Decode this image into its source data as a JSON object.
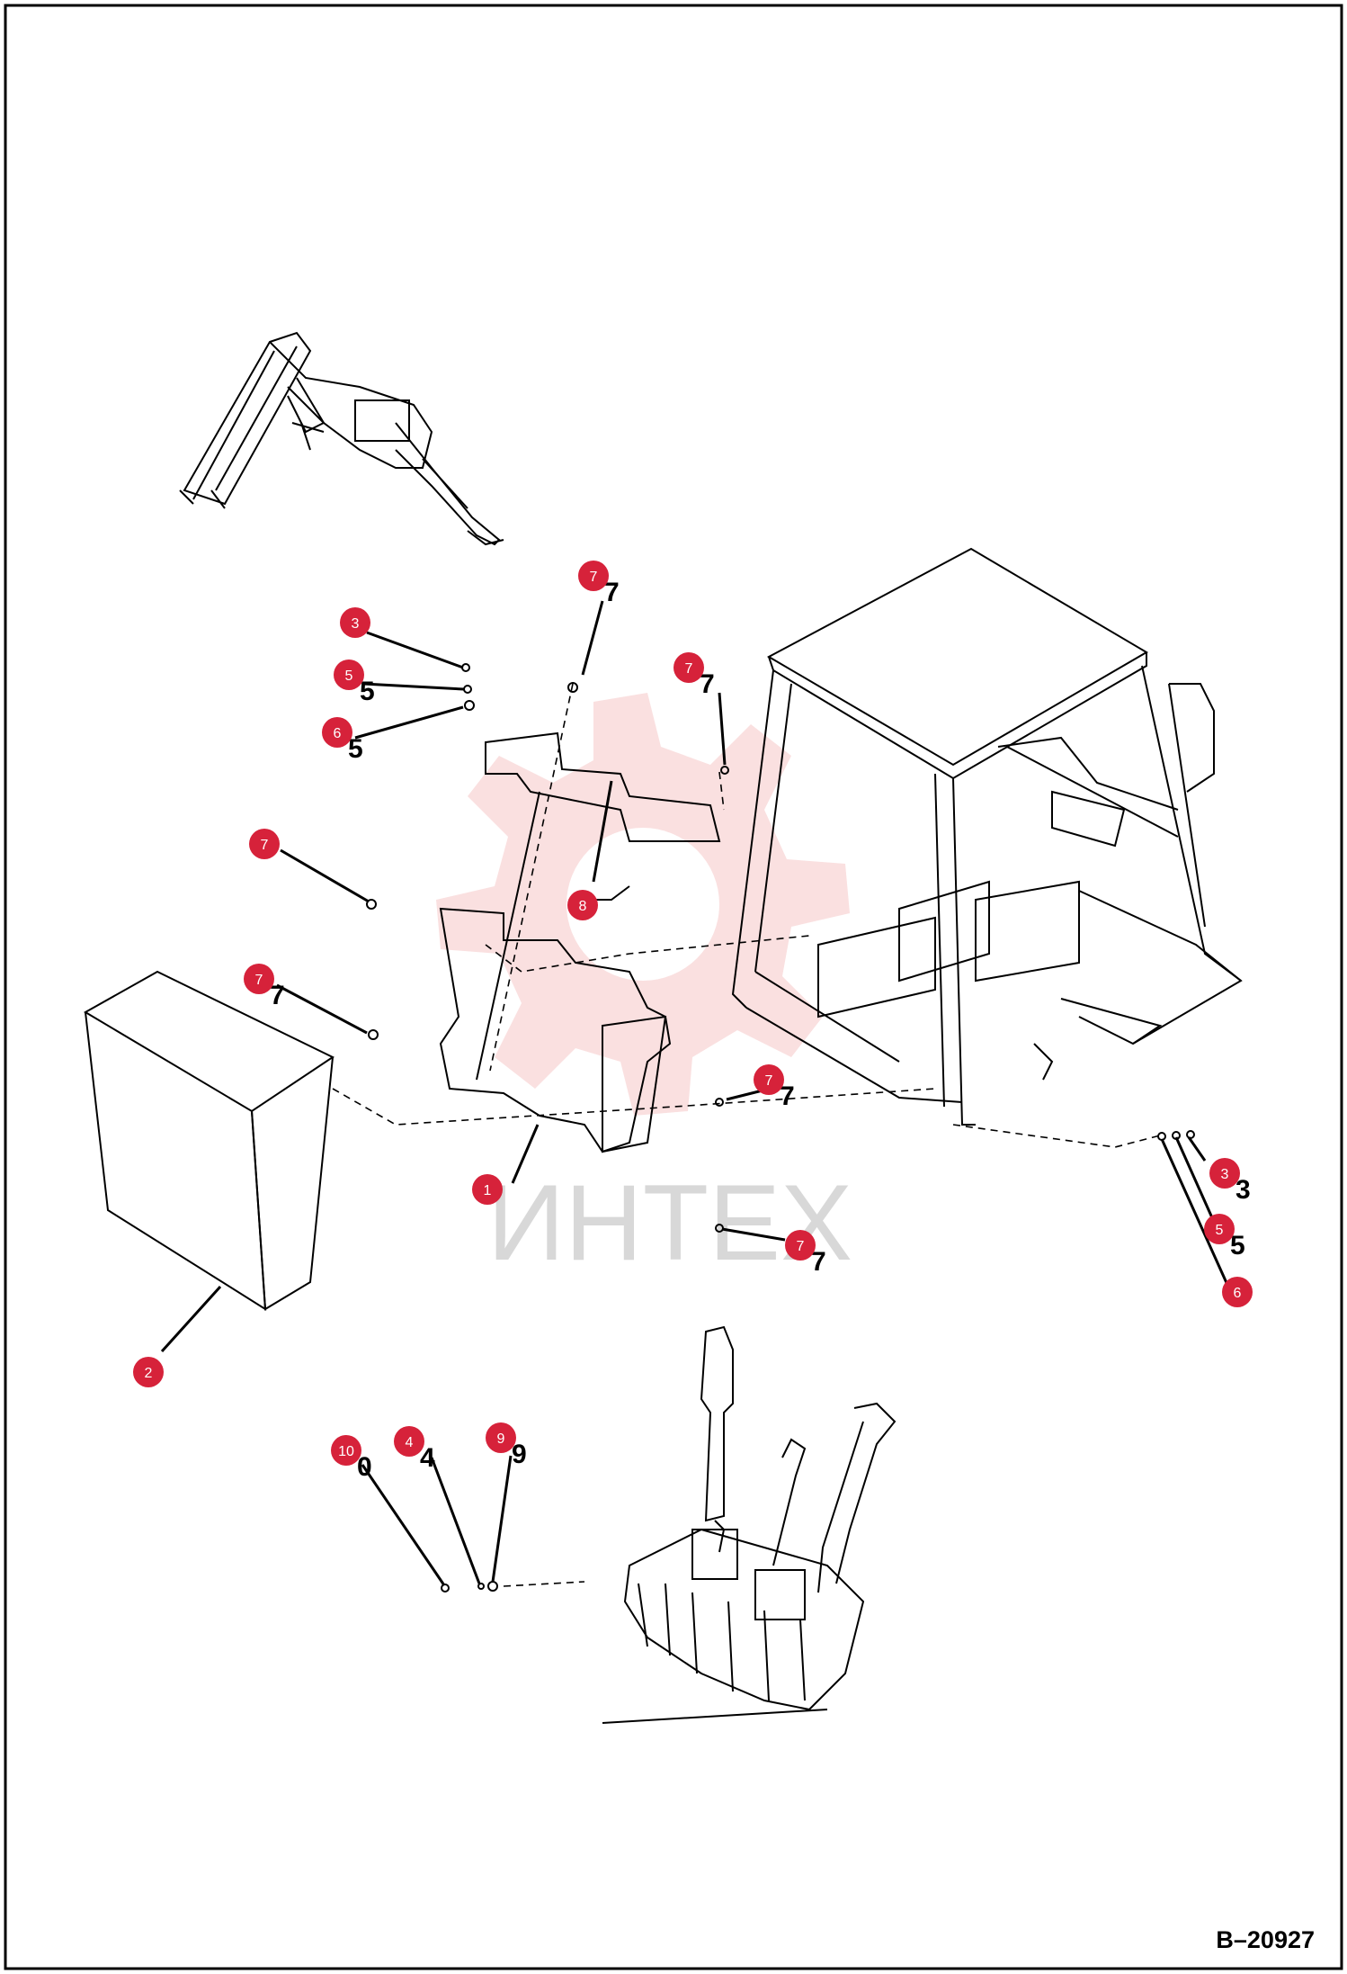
{
  "drawing_number": "B–20927",
  "watermark": {
    "text": "ИНТЕХ",
    "color": "#f0a0a0"
  },
  "colors": {
    "callout": "#d6223a",
    "line": "#000000"
  },
  "callouts": [
    {
      "id": "c7a",
      "label": "7",
      "ref": "7"
    },
    {
      "id": "c3a",
      "label": "3",
      "ref": ""
    },
    {
      "id": "c5a",
      "label": "5",
      "ref": "5"
    },
    {
      "id": "c6a",
      "label": "6",
      "ref": "5"
    },
    {
      "id": "c7b",
      "label": "7",
      "ref": "7"
    },
    {
      "id": "c7c",
      "label": "7",
      "ref": ""
    },
    {
      "id": "c8",
      "label": "8",
      "ref": ""
    },
    {
      "id": "c7d",
      "label": "7",
      "ref": "7"
    },
    {
      "id": "c7e",
      "label": "7",
      "ref": "7"
    },
    {
      "id": "c1",
      "label": "1",
      "ref": ""
    },
    {
      "id": "c7f",
      "label": "7",
      "ref": "7"
    },
    {
      "id": "c3b",
      "label": "3",
      "ref": "3"
    },
    {
      "id": "c5b",
      "label": "5",
      "ref": "5"
    },
    {
      "id": "c6b",
      "label": "6",
      "ref": ""
    },
    {
      "id": "c2",
      "label": "2",
      "ref": ""
    },
    {
      "id": "c10",
      "label": "10",
      "ref": "0"
    },
    {
      "id": "c4",
      "label": "4",
      "ref": "4"
    },
    {
      "id": "c9",
      "label": "9",
      "ref": "9"
    }
  ]
}
